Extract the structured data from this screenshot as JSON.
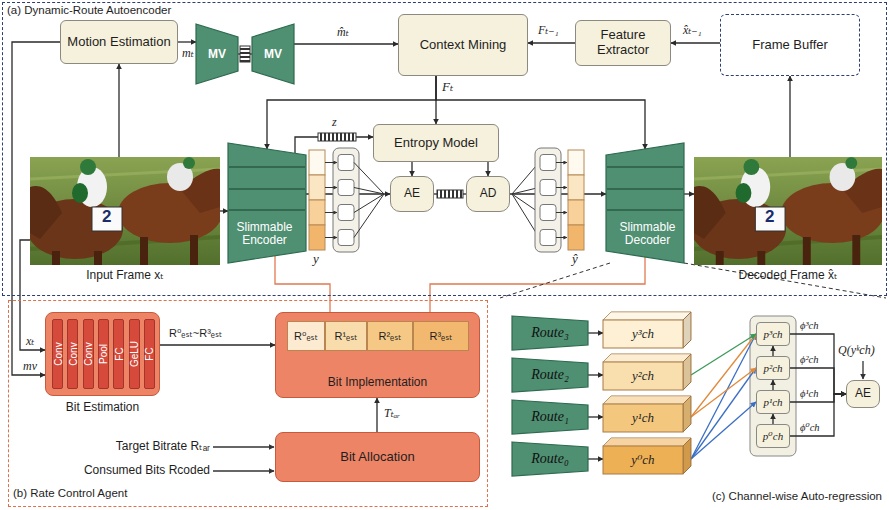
{
  "diagram": {
    "nodes": [
      {
        "text": [
          "(a) Dynamic-Route Autoencoder"
        ]
      },
      {
        "text": [
          "Motion Estimation"
        ],
        "in": 0
      },
      {
        "text": [
          "MV"
        ],
        "in": 0
      },
      {
        "text": [
          "MV"
        ],
        "in": 0
      },
      {
        "text": [
          "Context Mining"
        ],
        "in": 0
      },
      {
        "text": [
          "Feature Extractor"
        ],
        "in": 0
      },
      {
        "text": [
          "Frame Buffer"
        ],
        "in": 0
      },
      {
        "text": [
          "Entropy Model"
        ],
        "in": 0
      },
      {
        "text": [
          "Input Frame xₜ"
        ],
        "in": 0
      },
      {
        "text": [
          "Slimmable Encoder"
        ],
        "in": 0
      },
      {
        "text": [
          "AE"
        ],
        "in": 0
      },
      {
        "text": [
          "AD"
        ],
        "in": 0
      },
      {
        "text": [
          "Slimmable Decoder"
        ],
        "in": 0
      },
      {
        "text": [
          "Decoded Frame x̂ₜ"
        ],
        "in": 0
      },
      {
        "text": [
          "(b) Rate Control Agent"
        ]
      },
      {
        "text": [
          "Bit Estimation"
        ],
        "in": 14
      },
      {
        "text": [
          "Conv"
        ],
        "in": 15
      },
      {
        "text": [
          "Conv"
        ],
        "in": 15
      },
      {
        "text": [
          "Conv"
        ],
        "in": 15
      },
      {
        "text": [
          "Pool"
        ],
        "in": 15
      },
      {
        "text": [
          "FC"
        ],
        "in": 15
      },
      {
        "text": [
          "GeLU"
        ],
        "in": 15
      },
      {
        "text": [
          "FC"
        ],
        "in": 15
      },
      {
        "text": [
          "Bit Implementation"
        ],
        "in": 14
      },
      {
        "text": [
          "R⁰ₑₛₜ"
        ],
        "in": 23
      },
      {
        "text": [
          "R¹ₑₛₜ"
        ],
        "in": 23
      },
      {
        "text": [
          "R²ₑₛₜ"
        ],
        "in": 23
      },
      {
        "text": [
          "R³ₑₛₜ"
        ],
        "in": 23
      },
      {
        "text": [
          "Bit Allocation"
        ],
        "in": 14
      },
      {
        "text": [
          "Route₃"
        ]
      },
      {
        "text": [
          "Route₂"
        ]
      },
      {
        "text": [
          "Route₁"
        ]
      },
      {
        "text": [
          "Route₀"
        ]
      },
      {
        "text": [
          "y³ch"
        ]
      },
      {
        "text": [
          "y²ch"
        ]
      },
      {
        "text": [
          "y¹ch"
        ]
      },
      {
        "text": [
          "y⁰ch"
        ]
      },
      {
        "text": [
          "p³ch"
        ]
      },
      {
        "text": [
          "p²ch"
        ]
      },
      {
        "text": [
          "p¹ch"
        ]
      },
      {
        "text": [
          "p⁰ch"
        ]
      },
      {
        "text": [
          "AE"
        ]
      }
    ],
    "edges": [
      {
        "from": 8,
        "to": 1,
        "arrow": "to"
      },
      {
        "from": 1,
        "to": 2,
        "label": "mₜ",
        "arrow": "to"
      },
      {
        "from": 2,
        "to": 3,
        "arrow": "none"
      },
      {
        "from": 3,
        "to": 4,
        "label": "m̂ₜ",
        "arrow": "to"
      },
      {
        "from": 6,
        "to": 5,
        "label": "x̂ₜ₋₁",
        "arrow": "to"
      },
      {
        "from": 5,
        "to": 4,
        "label": "Fₜ₋₁",
        "arrow": "to"
      },
      {
        "from": 4,
        "to": 9,
        "arrow": "to"
      },
      {
        "from": 4,
        "to": 7,
        "arrow": "to"
      },
      {
        "from": 4,
        "to": 12,
        "arrow": "to"
      },
      {
        "from": 8,
        "to": 9,
        "arrow": "to"
      },
      {
        "from": 9,
        "to": 7,
        "label": "z",
        "arrow": "to"
      },
      {
        "from": 9,
        "to": 10,
        "arrow": "to"
      },
      {
        "from": 7,
        "to": 10,
        "arrow": "to"
      },
      {
        "from": 7,
        "to": 11,
        "arrow": "to"
      },
      {
        "from": 10,
        "to": 11,
        "arrow": "none"
      },
      {
        "from": 11,
        "to": 12,
        "arrow": "to"
      },
      {
        "from": 12,
        "to": 13,
        "arrow": "to"
      },
      {
        "from": 13,
        "to": 6,
        "arrow": "to"
      },
      {
        "from": 8,
        "to": 15,
        "label": "xₜ",
        "arrow": "to"
      },
      {
        "from": 1,
        "to": 15,
        "label": "mv",
        "arrow": "to"
      },
      {
        "from": 15,
        "to": 23,
        "label": "R⁰ₑₛₜ~R³ₑₛₜ",
        "arrow": "to"
      },
      {
        "from": 28,
        "to": 23,
        "label": "Tₜₐᵣ",
        "arrow": "to"
      },
      {
        "from": 23,
        "to": 9,
        "arrow": "none"
      },
      {
        "from": 23,
        "to": 12,
        "arrow": "none"
      },
      {
        "from": 29,
        "to": 33,
        "arrow": "to"
      },
      {
        "from": 30,
        "to": 34,
        "arrow": "to"
      },
      {
        "from": 31,
        "to": 35,
        "arrow": "to"
      },
      {
        "from": 32,
        "to": 36,
        "arrow": "to"
      },
      {
        "from": 36,
        "to": 39,
        "arrow": "to"
      },
      {
        "from": 36,
        "to": 38,
        "arrow": "to"
      },
      {
        "from": 36,
        "to": 37,
        "arrow": "to"
      },
      {
        "from": 35,
        "to": 38,
        "arrow": "to"
      },
      {
        "from": 35,
        "to": 37,
        "arrow": "to"
      },
      {
        "from": 34,
        "to": 37,
        "arrow": "to"
      },
      {
        "from": 40,
        "to": 39,
        "arrow": "to"
      },
      {
        "from": 39,
        "to": 38,
        "arrow": "to"
      },
      {
        "from": 38,
        "to": 37,
        "arrow": "to"
      },
      {
        "from": 37,
        "to": 41,
        "label": "ϕ³ch",
        "arrow": "to"
      },
      {
        "from": 38,
        "to": 41,
        "label": "ϕ²ch",
        "arrow": "to"
      },
      {
        "from": 39,
        "to": 41,
        "label": "ϕ¹ch",
        "arrow": "to"
      },
      {
        "from": 40,
        "to": 41,
        "label": "ϕ⁰ch",
        "arrow": "to"
      }
    ],
    "labels": [
      "Fₜ",
      "y",
      "ŷ",
      "Target Bitrate Rₜₐᵣ",
      "Consumed Bits Rcoded",
      "Q(yᵏch)",
      "(c) Channel-wise Auto-regression",
      "2",
      "2"
    ]
  }
}
